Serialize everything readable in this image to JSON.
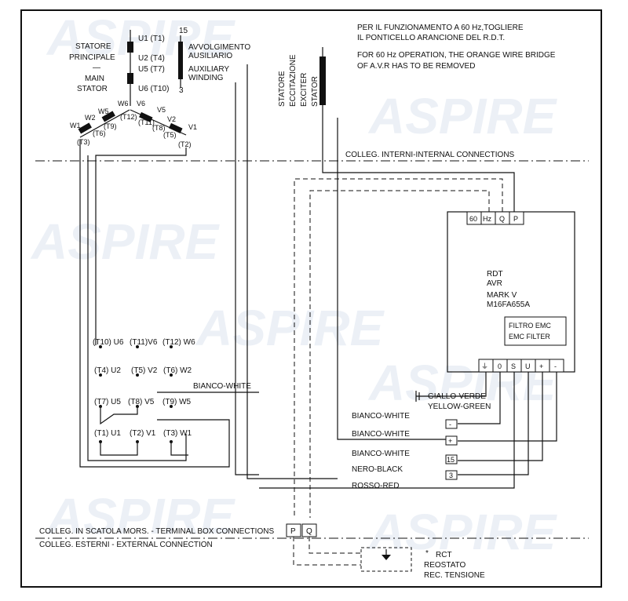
{
  "watermark": "ASPIRE",
  "notes": {
    "it": [
      "PER IL FUNZIONAMENTO A 60 Hz,TOGLIERE",
      "IL PONTICELLO ARANCIONE DEL R.D.T."
    ],
    "en": [
      "FOR 60 Hz OPERATION, THE ORANGE WIRE BRIDGE",
      "OF A.V.R HAS TO BE REMOVED"
    ]
  },
  "main_stator": {
    "label": [
      "STATORE",
      "PRINCIPALE",
      "—",
      "MAIN",
      "STATOR"
    ],
    "u1": "U1 (T1)",
    "u2": "U2 (T4)",
    "u5": "U5 (T7)",
    "u6": "U6 (T10)"
  },
  "aux_winding": {
    "pin_top": "15",
    "pin_bottom": "3",
    "label": [
      "AVVOLGIMENTO",
      "AUSILIARIO",
      "AUXILIARY",
      "WINDING"
    ]
  },
  "exciter": {
    "label": [
      "STATORE",
      "ECCITAZIONE",
      "EXCITER",
      "STATOR"
    ]
  },
  "star": {
    "w1": "W1",
    "w2": "W2",
    "w5": "W5",
    "w6": "W6",
    "v1": "V1",
    "v2": "V2",
    "v5": "V5",
    "v6": "V6",
    "t3": "(T3)",
    "t6": "(T6)",
    "t9": "(T9)",
    "t12": "(T12)",
    "t11": "(T11)",
    "t8": "(T8)",
    "t5": "(T5)",
    "t2": "(T2)"
  },
  "internal_connections": "COLLEG. INTERNI-INTERNAL CONNECTIONS",
  "avr": {
    "terminals_top": [
      "60",
      "Hz",
      "Q",
      "P"
    ],
    "lines": [
      "RDT",
      "AVR",
      "MARK V",
      "M16FA655A"
    ],
    "emc": [
      "FILTRO EMC",
      "EMC FILTER"
    ],
    "terminals_bottom": [
      "⏚",
      "0",
      "S",
      "U",
      "+",
      "-"
    ]
  },
  "terminal_board": [
    [
      "(T10) U6",
      "(T11)V6",
      "(T12) W6"
    ],
    [
      "(T4) U2",
      "(T5) V2",
      "(T6) W2"
    ],
    [
      "(T7) U5",
      "(T8) V5",
      "(T9) W5"
    ],
    [
      "(T1) U1",
      "(T2) V1",
      "(T3) W1"
    ]
  ],
  "wires": {
    "bianco_white_1": "BIANCO-WHITE",
    "giallo": [
      "GIALLO-VERDE",
      "YELLOW-GREEN"
    ],
    "bianco_white_2": "BIANCO-WHITE",
    "bianco_white_3": "BIANCO-WHITE",
    "bianco_white_4": "BIANCO-WHITE",
    "nero": "NERO-BLACK",
    "rosso": "ROSSO-RED"
  },
  "wire_tags": [
    "-",
    "+",
    "15",
    "3"
  ],
  "terminal_box": {
    "label": "COLLEG. IN SCATOLA MORS. - TERMINAL BOX CONNECTIONS",
    "terms": [
      "P",
      "Q"
    ]
  },
  "external": "COLLEG. ESTERNI - EXTERNAL CONNECTION",
  "rct": {
    "mark": "*",
    "lines": [
      "RCT",
      "REOSTATO",
      "REC. TENSIONE"
    ]
  }
}
